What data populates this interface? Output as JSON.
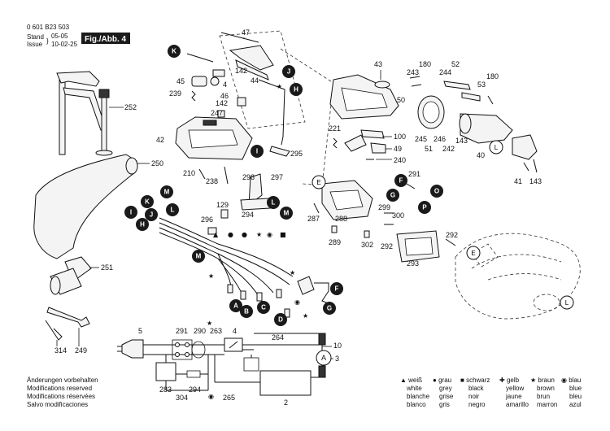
{
  "header": {
    "part_no": "0 601 B23 503",
    "stand_label": "Stand",
    "issue_label": "Issue",
    "date1": "05-05",
    "date2": "10-02-25",
    "fig_label": "Fig./Abb. 4"
  },
  "part_numbers": [
    "47",
    "142",
    "44",
    "45",
    "239",
    "4",
    "46",
    "142",
    "247",
    "42",
    "180",
    "52",
    "243",
    "244",
    "180",
    "53",
    "43",
    "50",
    "245",
    "246",
    "51",
    "242",
    "143",
    "40",
    "41",
    "143",
    "221",
    "100",
    "49",
    "240",
    "252",
    "250",
    "251",
    "295",
    "210",
    "238",
    "298",
    "297",
    "294",
    "296",
    "129",
    "287",
    "288",
    "289",
    "291",
    "299",
    "300",
    "302",
    "292",
    "292",
    "293",
    "314",
    "249",
    "5",
    "291",
    "290",
    "263",
    "4",
    "264",
    "10",
    "3",
    "283",
    "294",
    "304",
    "265",
    "2"
  ],
  "markers": {
    "A": "A",
    "B": "B",
    "C": "C",
    "D": "D",
    "E": "E",
    "F": "F",
    "G": "G",
    "H": "H",
    "I": "I",
    "J": "J",
    "K": "K",
    "L": "L",
    "M": "M",
    "O": "O",
    "P": "P"
  },
  "footer_notes": [
    "Änderungen vorbehalten",
    "Modifications reserved",
    "Modifications réservées",
    "Salvo modificaciones"
  ],
  "legend": [
    {
      "symbol": "▲",
      "de": "weiß",
      "en": "white",
      "fr": "blanche",
      "es": "blanco"
    },
    {
      "symbol": "●",
      "de": "grau",
      "en": "grey",
      "fr": "grise",
      "es": "gris"
    },
    {
      "symbol": "■",
      "de": "schwarz",
      "en": "black",
      "fr": "noir",
      "es": "negro"
    },
    {
      "symbol": "✚",
      "de": "gelb",
      "en": "yellow",
      "fr": "jaune",
      "es": "amarillo"
    },
    {
      "symbol": "★",
      "de": "braun",
      "en": "brown",
      "fr": "brun",
      "es": "marron"
    },
    {
      "symbol": "◉",
      "de": "blau",
      "en": "blue",
      "fr": "bleu",
      "es": "azul"
    }
  ],
  "colors": {
    "badge": "#1a1a1a",
    "line": "#111111",
    "fill": "#f4f4f4"
  }
}
